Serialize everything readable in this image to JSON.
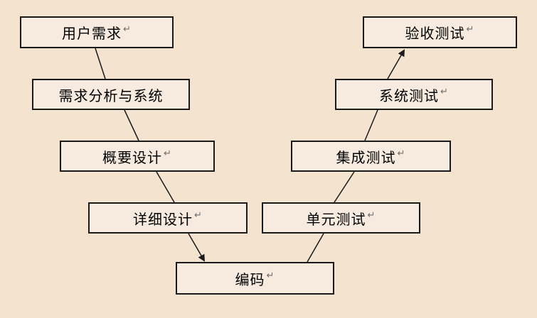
{
  "return_mark": "↵",
  "nodes": {
    "user_requirements": "用户需求",
    "requirements_analysis": "需求分析与系统",
    "outline_design": "概要设计",
    "detailed_design": "详细设计",
    "coding": "编码",
    "unit_test": "单元测试",
    "integration_test": "集成测试",
    "system_test": "系统测试",
    "acceptance_test": "验收测试"
  },
  "colors": {
    "background": "#f3e3cf",
    "box_fill": "#f6ebde",
    "line": "#1a1a1a"
  }
}
